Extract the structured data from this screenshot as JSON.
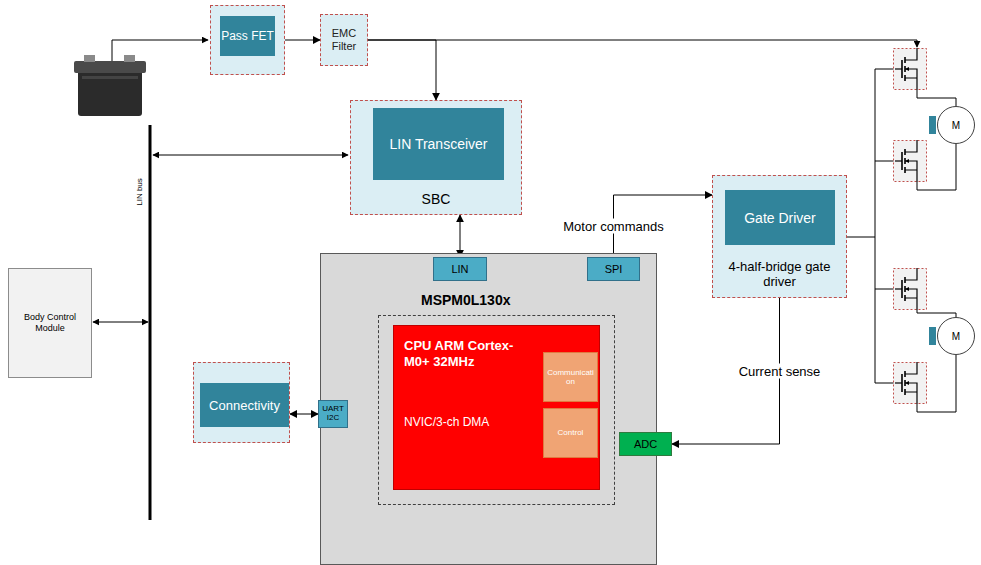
{
  "diagram": {
    "nodes": [
      {
        "text": [
          "Pass FET"
        ]
      },
      {
        "text": [
          "EMC Filter"
        ]
      },
      {
        "text": [
          "SBC"
        ]
      },
      {
        "text": [
          "LIN Transceiver"
        ],
        "in": 2
      },
      {
        "text": [
          "Body Control Module"
        ]
      },
      {
        "text": [
          "MSPM0L130x"
        ]
      },
      {
        "text": [
          "LIN"
        ],
        "in": 5
      },
      {
        "text": [
          "SPI"
        ],
        "in": 5
      },
      {
        "text": [
          "UART I2C"
        ],
        "in": 5
      },
      {
        "text": [
          "ADC"
        ],
        "in": 5
      },
      {
        "text": [
          "CPU ARM Cortex-M0+ 32MHz",
          "NVIC/3-ch DMA"
        ],
        "in": 5
      },
      {
        "text": [
          "Communication"
        ],
        "in": 10
      },
      {
        "text": [
          "Control"
        ],
        "in": 10
      },
      {
        "text": [
          "Connectivity"
        ]
      },
      {
        "text": [
          "4-half-bridge gate driver"
        ]
      },
      {
        "text": [
          "Gate Driver"
        ],
        "in": 14
      },
      {
        "text": [
          "M"
        ]
      },
      {
        "text": [
          "M"
        ]
      }
    ],
    "edges": [
      {
        "from": 0,
        "to": 1,
        "arrow": "to"
      },
      {
        "from": 1,
        "to": 2,
        "arrow": "to"
      },
      {
        "from": 2,
        "to": 6,
        "arrow": "both"
      },
      {
        "from": 7,
        "to": 14,
        "label": "Motor commands",
        "arrow": "to"
      },
      {
        "from": 14,
        "to": 9,
        "label": "Current sense",
        "arrow": "to"
      },
      {
        "from": 13,
        "to": 8,
        "arrow": "both"
      }
    ],
    "labels": [
      "LIN bus"
    ]
  }
}
